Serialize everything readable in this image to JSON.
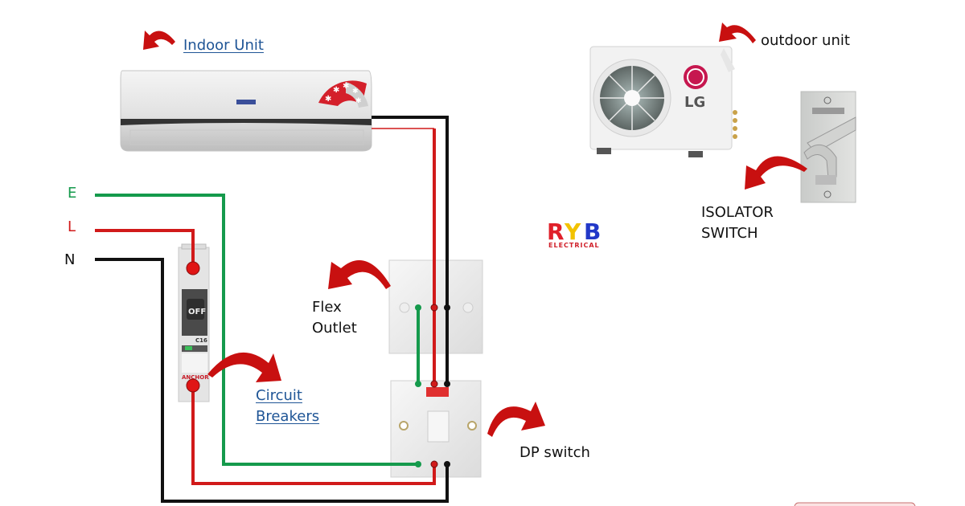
{
  "title": "Split AC Wiring Diagram",
  "labels": {
    "indoor_unit": "Indoor Unit",
    "outdoor_unit": "outdoor unit",
    "isolator_line1": "ISOLATOR",
    "isolator_line2": "SWITCH",
    "flex_line1": "Flex",
    "flex_line2": "Outlet",
    "breaker_line1": "Circuit",
    "breaker_line2": "Breakers",
    "dp_switch": "DP switch",
    "earth": "E",
    "live": "L",
    "neutral": "N"
  },
  "devices": {
    "indoor_brand_badge": "",
    "outdoor_brand": "LG",
    "mcb_state": "OFF",
    "mcb_rating": "C16",
    "mcb_brand": "ANCHOR"
  },
  "logo": {
    "letters": [
      "R",
      "Y",
      "B"
    ],
    "subtitle": "ELECTRICAL"
  },
  "colors": {
    "earth": "#159a4c",
    "live": "#d11a1a",
    "neutral": "#111111",
    "arrow": "#c81010",
    "link": "#1f5596",
    "logo_r": "#e0202a",
    "logo_y": "#f2c200",
    "logo_b": "#2238c8"
  }
}
